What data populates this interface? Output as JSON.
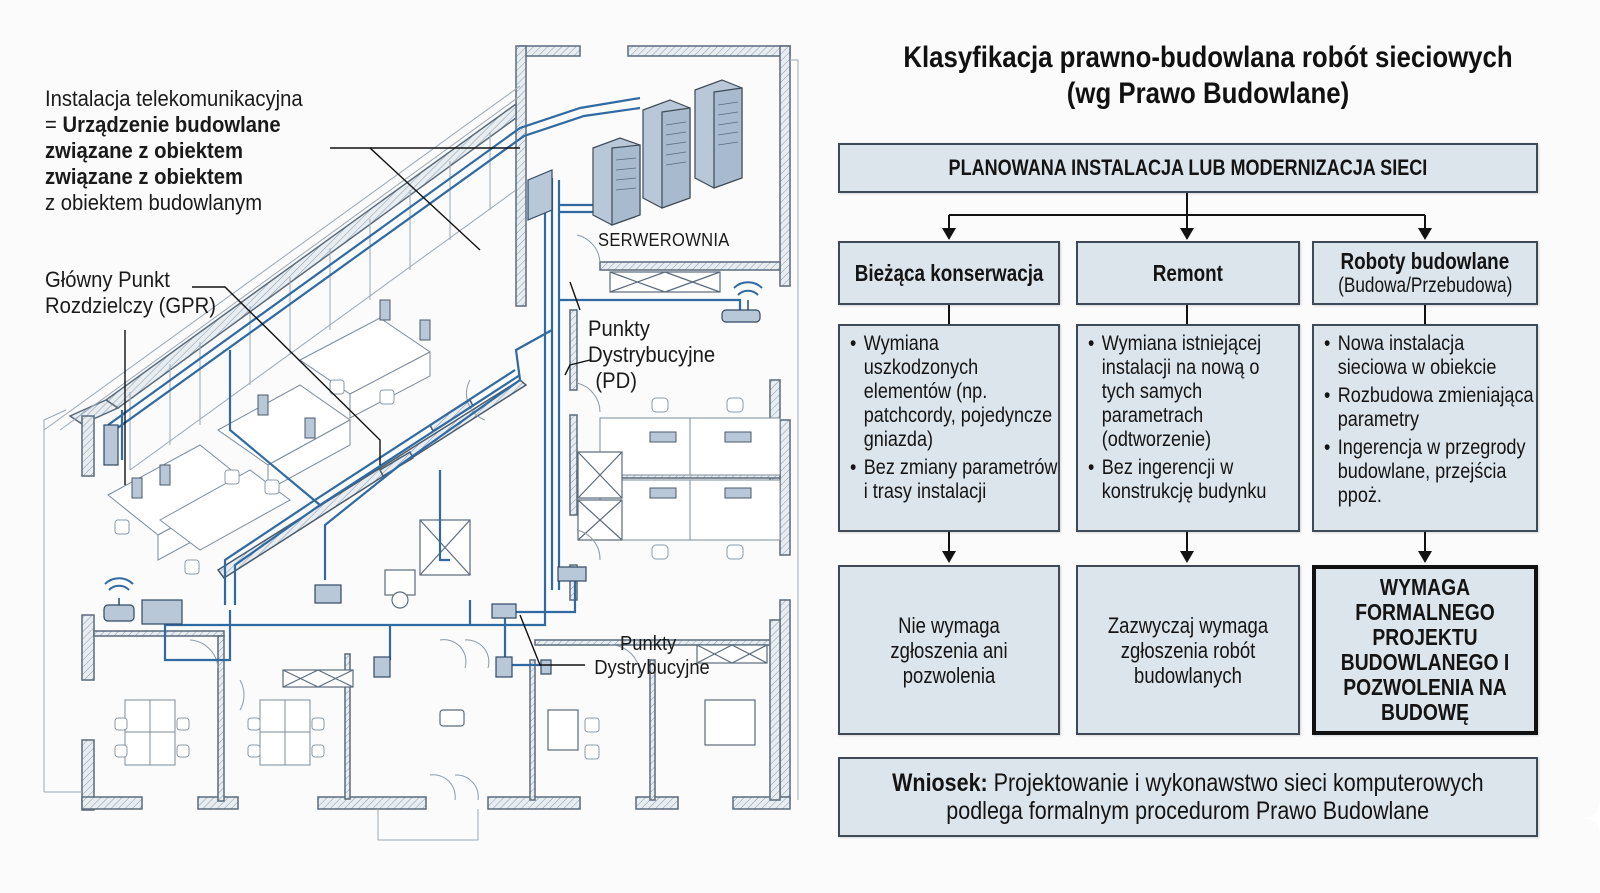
{
  "plan": {
    "labels": {
      "telecom_line1": "Instalacja telekomunikacyjna",
      "telecom_line2_prefix": "= ",
      "telecom_line2_bold": "Urządzenie budowlane",
      "telecom_line3": "związane z obiektem",
      "telecom_line4": "związane z obiektem",
      "telecom_line5": "z obiektem budowlanym",
      "gpr_line1": "Główny Punkt",
      "gpr_line2": "Rozdzielczy (GPR)",
      "pd_line1": "Punkty",
      "pd_line2": "Dystrybucyjne",
      "pd_line3": "(PD)",
      "pd2_line1": "Punkty",
      "pd2_line2": "Dystrybucyjne"
    },
    "rooms": {
      "server_room": "SERWEROWNIA"
    },
    "colors": {
      "cable_blue": "#2f6aa3",
      "wall_gray": "#5a6b7c",
      "device_fill": "#b9c8d8"
    }
  },
  "flow": {
    "title_line1": "Klasyfikacja prawno-budowlana robót sieciowych",
    "title_line2": "(wg Prawo Budowlane)",
    "top_box": "PLANOWANA INSTALACJA LUB MODERNIZACJA SIECI",
    "categories": [
      {
        "title": "Bieżąca konserwacja",
        "subtitle": "",
        "bullets": [
          "Wymiana uszkodzonych elementów (np. patchcordy, pojedyncze gniazda)",
          "Bez zmiany parametrów i trasy instalacji"
        ],
        "result": "Nie wymaga zgłoszenia ani pozwolenia"
      },
      {
        "title": "Remont",
        "subtitle": "",
        "bullets": [
          "Wymiana istniejącej instalacji na nową o tych samych parametrach (odtworzenie)",
          "Bez ingerencji w konstrukcję budynku"
        ],
        "result": "Zazwyczaj wymaga zgłoszenia robót budowlanych"
      },
      {
        "title": "Roboty budowlane",
        "subtitle": "(Budowa/Przebudowa)",
        "bullets": [
          "Nowa instalacja sieciowa w obiekcie",
          "Rozbudowa zmieniająca parametry",
          "Ingerencja w przegrody budowlane, przejścia ppoż."
        ],
        "result": "WYMAGA FORMALNEGO PROJEKTU BUDOWLANEGO I POZWOLENIA NA BUDOWĘ"
      }
    ],
    "conclusion": {
      "label": "Wniosek:",
      "line1_rest": " Projektowanie i wykonawstwo sieci komputerowych",
      "line2": "podlega formalnym procedurom Prawo Budowlane"
    },
    "colors": {
      "box_fill": "#dde5ec",
      "box_border": "#3e4a56",
      "emphasis_border": "#111111"
    }
  }
}
